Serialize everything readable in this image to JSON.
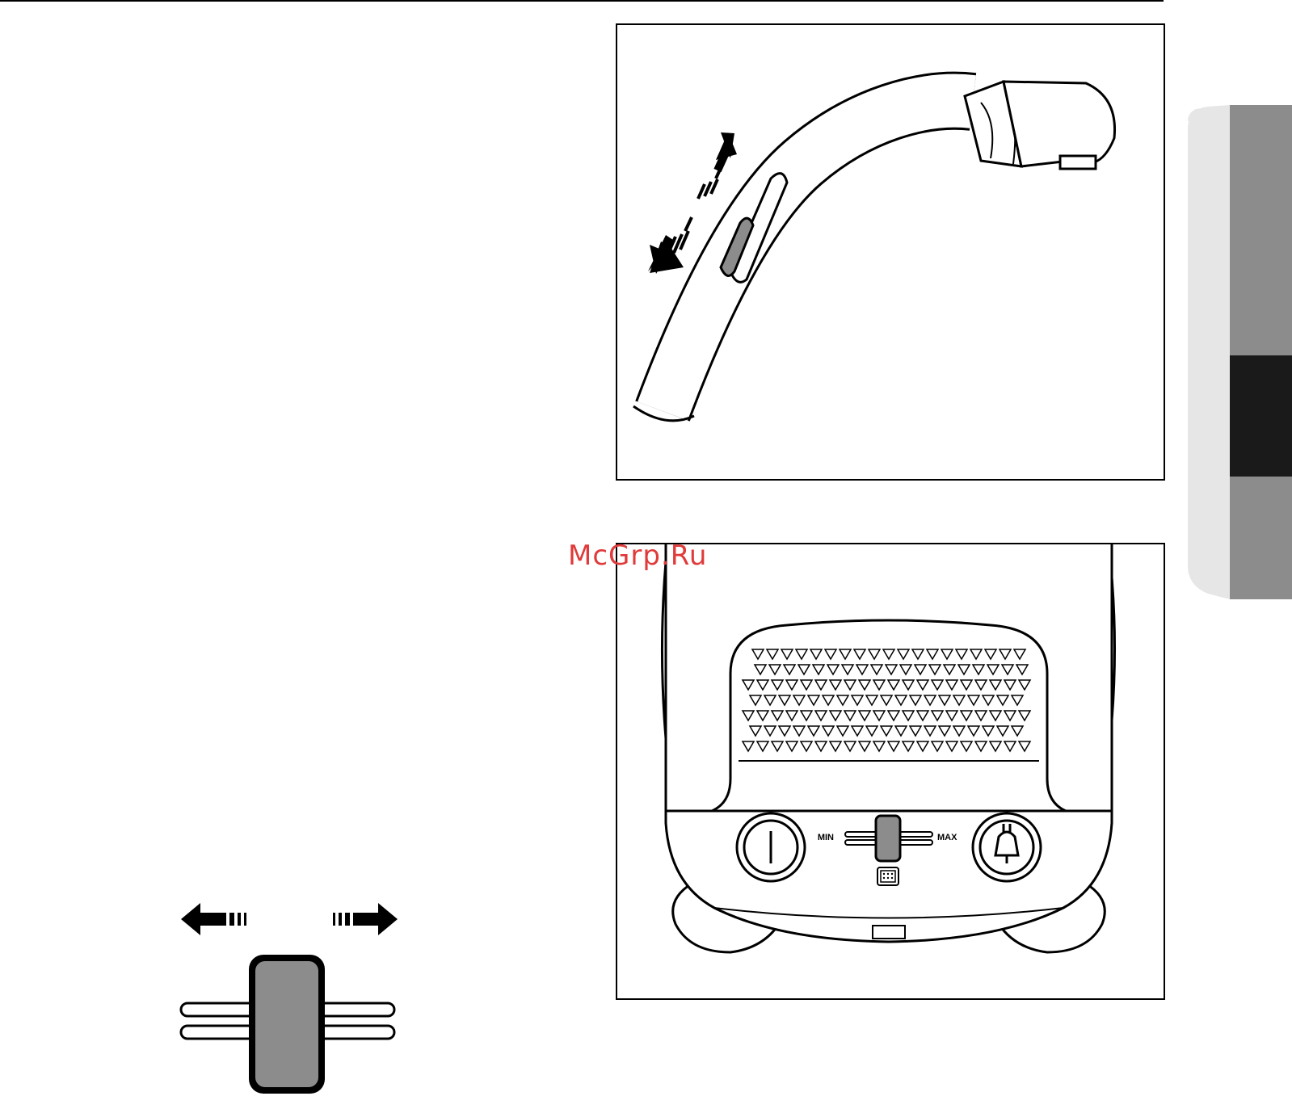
{
  "watermark": {
    "text": "McGrp.Ru",
    "color": "#e03a3a"
  },
  "figures": {
    "hose_handle": {
      "icons": [
        "double-arrow-icon",
        "air-regulator-slider-icon"
      ]
    },
    "vacuum_cleaner": {
      "power_control": {
        "min_label": "MIN",
        "max_label": "MAX"
      },
      "icons": [
        "power-button-icon",
        "cord-rewind-plug-icon",
        "dust-bag-indicator-icon",
        "air-grille-icon"
      ]
    },
    "power_slider_detail": {
      "icons": [
        "arrow-left-icon",
        "arrow-right-icon",
        "slider-knob-icon"
      ]
    }
  },
  "side_tabs": {
    "colors": {
      "light": "#e6e6e6",
      "medium": "#8c8c8c",
      "active": "#1a1a1a"
    }
  }
}
